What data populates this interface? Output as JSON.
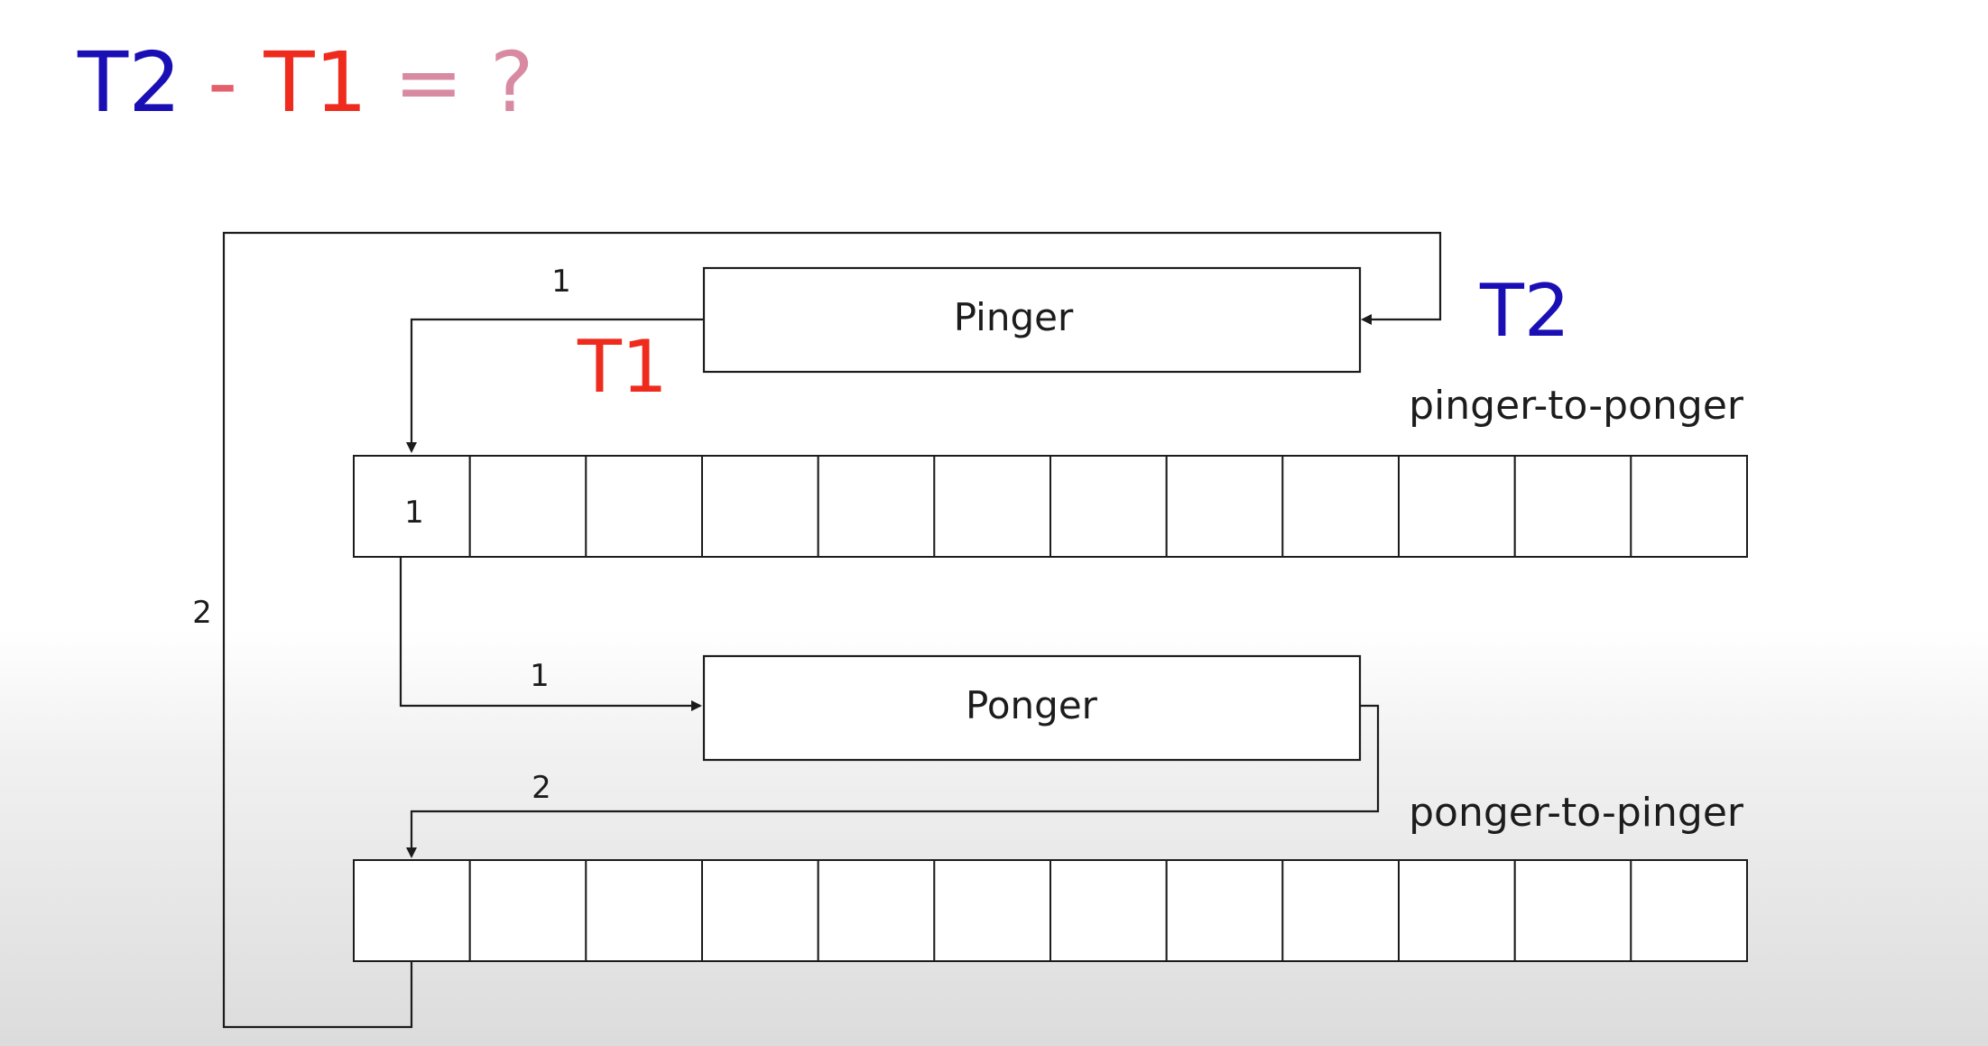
{
  "headline": {
    "t2": "T2",
    "minus": " - ",
    "t1": "T1",
    "equals": " = ?"
  },
  "diagram": {
    "pinger_label": "Pinger",
    "ponger_label": "Ponger",
    "queue_top_label": "pinger-to-ponger",
    "queue_bottom_label": "ponger-to-pinger",
    "t1_marker": "T1",
    "t2_marker": "T2",
    "step_labels": {
      "pinger_send": "1",
      "queue_item": "1",
      "deliver_to_ponger": "1",
      "ponger_reply": "2",
      "return_loop": "2"
    },
    "queue_cells": 12
  },
  "colors": {
    "t2": "#1a0fb4",
    "t1": "#ee2b1d",
    "minus": "#e25f6b",
    "equals": "#d98aa3",
    "lines": "#1c1c1c"
  }
}
